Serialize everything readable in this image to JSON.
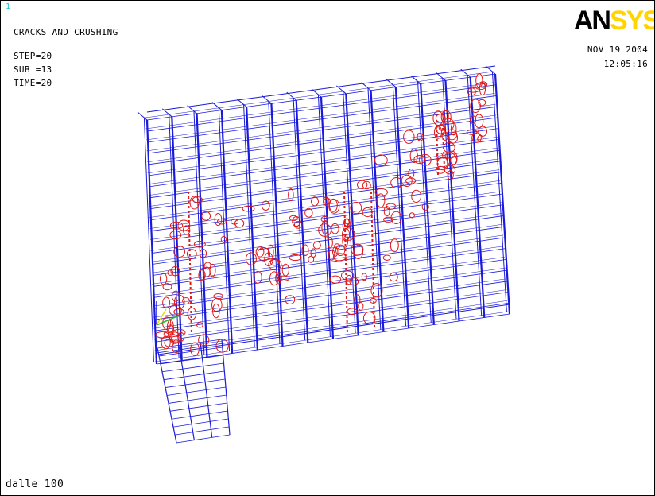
{
  "window_number": "1",
  "plot_title": "CRACKS AND CRUSHING",
  "step_label": "STEP=20",
  "sub_label": "SUB =13",
  "time_label": "TIME=20",
  "date": "NOV 19 2004",
  "clock": "12:05:16",
  "footer": "dalle 100",
  "logo": {
    "an": "AN",
    "sys": "SYS"
  },
  "colors": {
    "mesh": "#1a1ad9",
    "cracks": "#e01919",
    "window_number": "#17c6d6",
    "logo_accent": "#ffd400"
  },
  "icons": [
    "triad-icon"
  ]
}
